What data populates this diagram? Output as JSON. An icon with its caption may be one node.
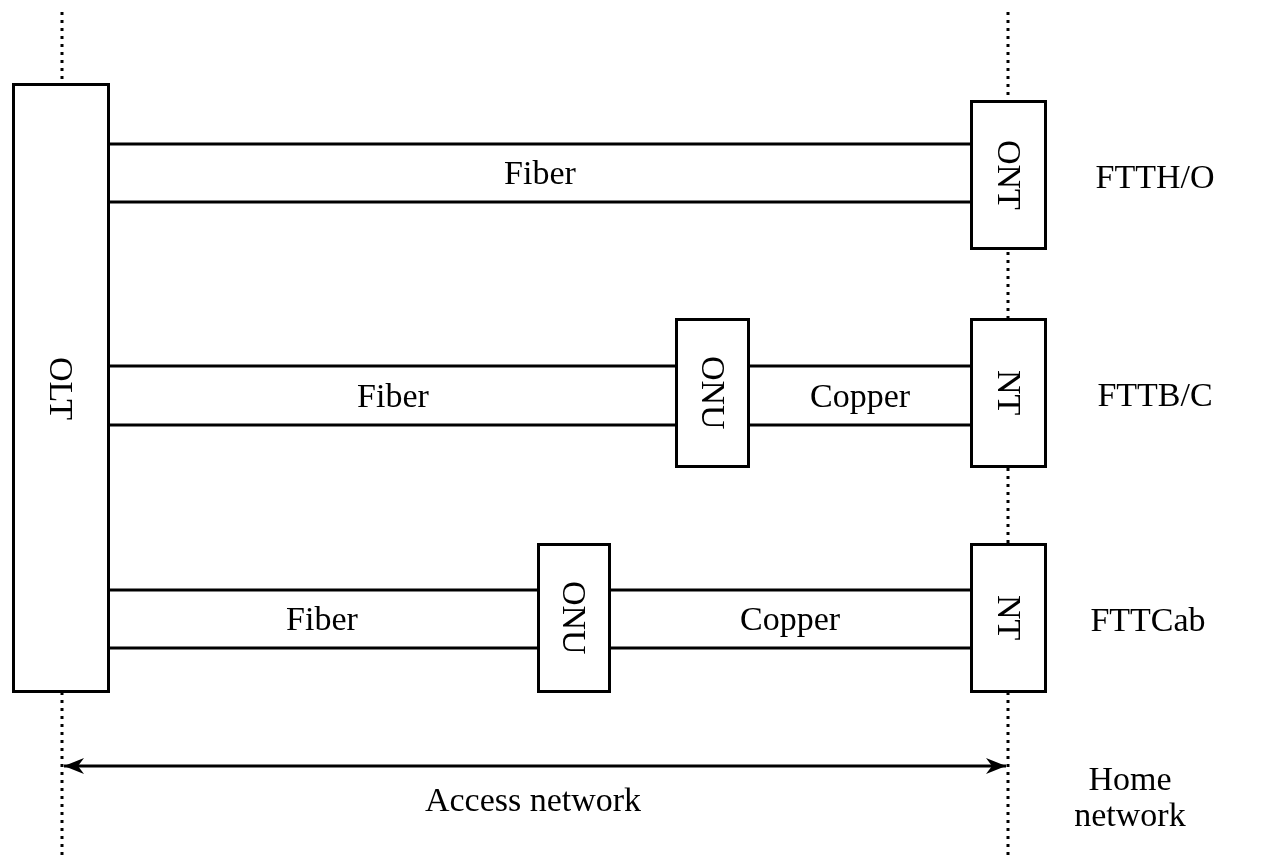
{
  "diagram": {
    "nodes": [
      {
        "text": [
          "OLT"
        ]
      },
      {
        "text": [
          "ONT"
        ]
      },
      {
        "text": [
          "ONU"
        ]
      },
      {
        "text": [
          "NT"
        ]
      },
      {
        "text": [
          "ONU"
        ]
      },
      {
        "text": [
          "NT"
        ]
      }
    ],
    "edges": [
      {
        "from": 0,
        "to": 1,
        "arrow": "none",
        "label": "Fiber"
      },
      {
        "from": 0,
        "to": 2,
        "arrow": "none",
        "label": "Fiber"
      },
      {
        "from": 2,
        "to": 3,
        "arrow": "none",
        "label": "Copper"
      },
      {
        "from": 0,
        "to": 4,
        "arrow": "none",
        "label": "Fiber"
      },
      {
        "from": 4,
        "to": 5,
        "arrow": "none",
        "label": "Copper"
      }
    ],
    "labels": [
      "FTTH/O",
      "FTTB/C",
      "FTTCab",
      "Access network",
      "Home network"
    ]
  }
}
